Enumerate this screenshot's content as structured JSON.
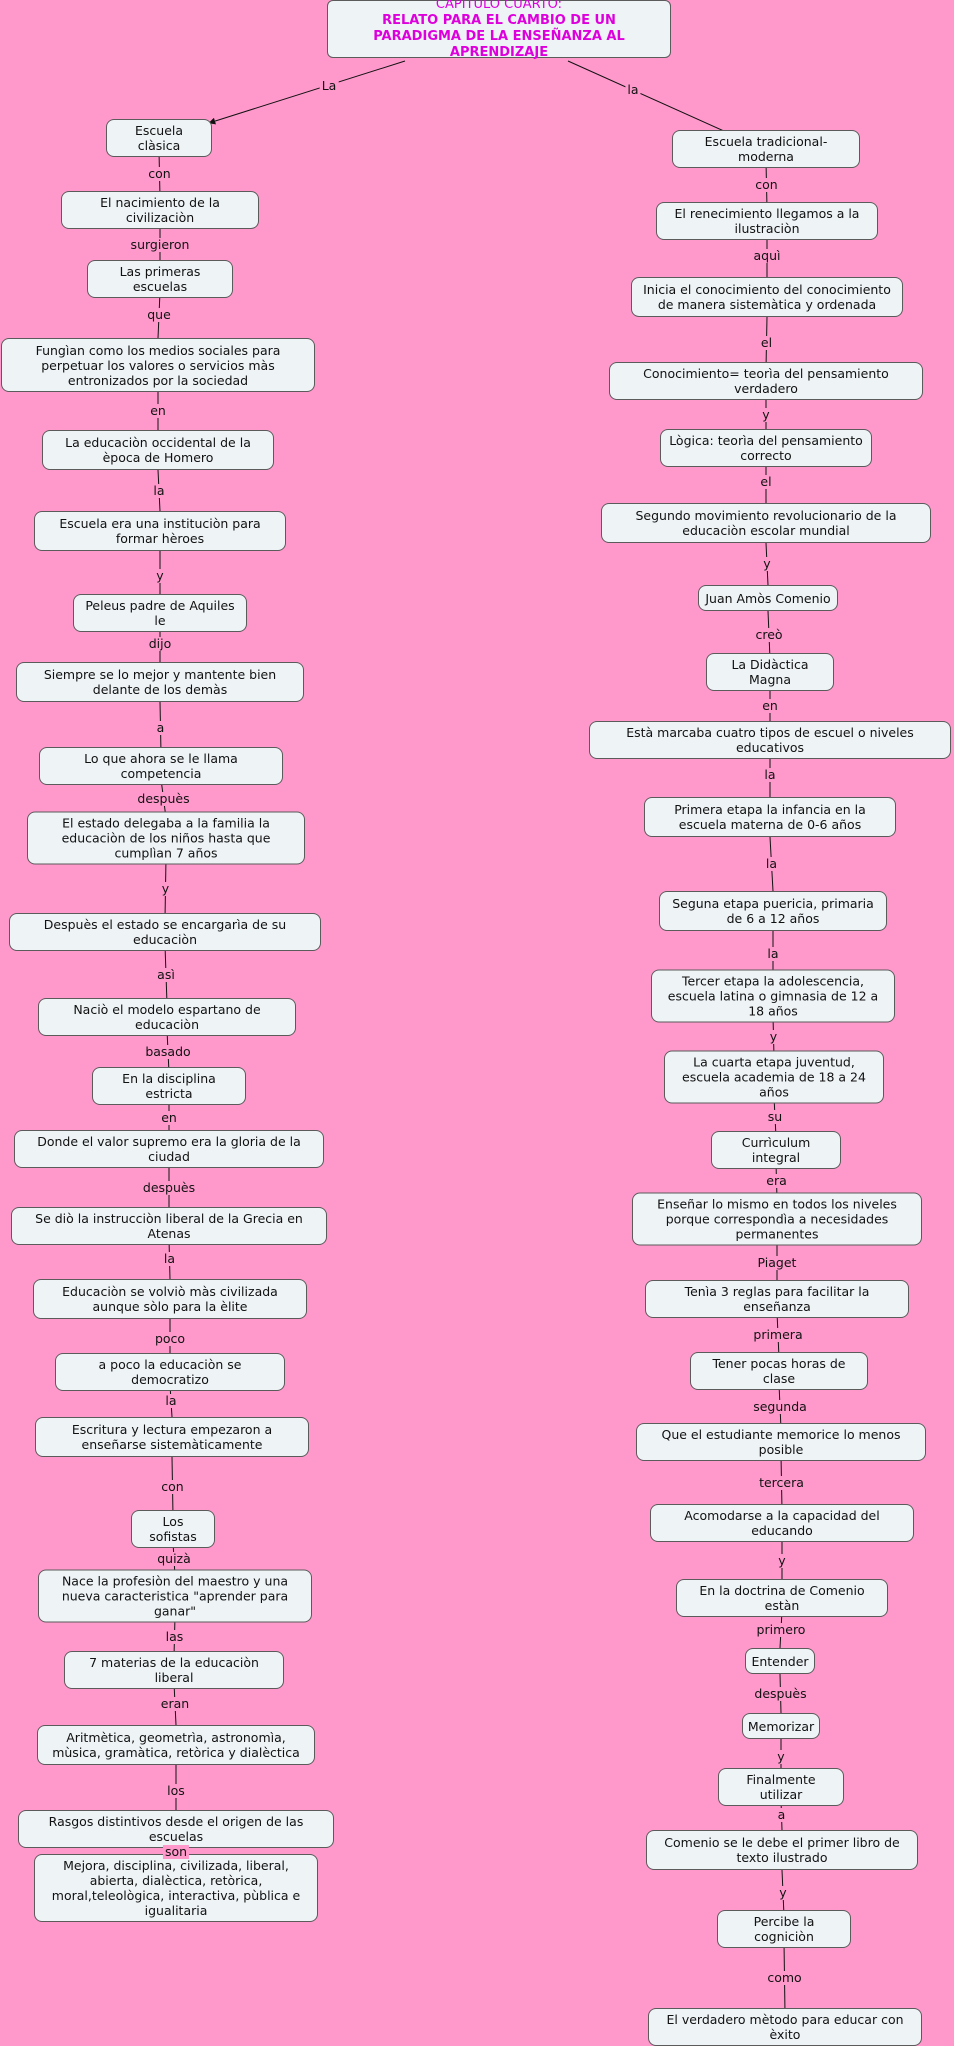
{
  "colors": {
    "background": "#ff99cc",
    "node_fill": "#eef3f6",
    "title_text": "#dd00dd"
  },
  "title": {
    "line1": "CAPÍTULO CUARTO:",
    "line2": "RELATO PARA EL CAMBIO DE UN PARADIGMA DE LA ENSEÑANZA AL APRENDIZAJE"
  },
  "branch_labels": {
    "left": "La",
    "right": "la"
  },
  "left_column": [
    "Escuela clàsica",
    "El nacimiento de la civilizaciòn",
    "Las primeras escuelas",
    "Fungìan como los medios sociales para perpetuar los valores o servicios màs entronizados por la sociedad",
    "La educaciòn occidental de la època de Homero",
    "Escuela era una instituciòn para formar hèroes",
    "Peleus padre de Aquiles le",
    "Siempre se lo mejor y mantente bien delante de los demàs",
    "Lo que ahora se le llama competencia",
    "El estado delegaba a la familia la educaciòn de los niños hasta que cumplìan 7 años",
    "Despuès el estado se encargarìa de su educaciòn",
    "Naciò el modelo espartano de educaciòn",
    "En la disciplina estricta",
    "Donde el valor supremo era la gloria de la ciudad",
    "Se diò la instrucciòn liberal de la Grecia en Atenas",
    "Educaciòn se  volviò màs civilizada aunque sòlo para la èlite",
    "a poco la educaciòn se democratizo",
    "Escritura y lectura empezaron a enseñarse sistemàticamente",
    "Los sofistas",
    "Nace la profesiòn del maestro y una nueva caracteristica \"aprender para ganar\"",
    "7 materias de la educaciòn liberal",
    "Aritmètica, geometrìa, astronomìa, mùsica, gramàtica, retòrica y dialèctica",
    "Rasgos distintivos desde el origen de las escuelas",
    "Mejora, disciplina, civilizada, liberal, abierta, dialèctica, retòrica, moral,teleològica, interactiva, pùblica e igualitaria"
  ],
  "left_links": [
    "con",
    "surgieron",
    "que",
    "en",
    "la",
    "y",
    "dijo",
    "a",
    "despuès",
    "y",
    "asì",
    "basado",
    "en",
    "despuès",
    "la",
    "poco",
    "la",
    "con",
    "quizà",
    "las",
    "eran",
    "los",
    "son"
  ],
  "right_column": [
    "Escuela tradicional-moderna",
    "El renecimiento llegamos a la ilustraciòn",
    "Inicia el conocimiento del conocimiento de manera sistemàtica y ordenada",
    "Conocimiento= teorìa del pensamiento verdadero",
    "Lògica: teorìa del pensamiento correcto",
    "Segundo movimiento revolucionario de la educaciòn escolar mundial",
    "Juan Amòs Comenio",
    "La Didàctica Magna",
    "Està marcaba cuatro tipos de escuel o niveles educativos",
    "Primera etapa la infancia en la escuela materna de 0-6 años",
    "Seguna etapa puericia, primaria de 6 a 12 años",
    "Tercer etapa la adolescencia, escuela latina o gimnasia de 12 a 18 años",
    "La cuarta etapa juventud, escuela academia de 18 a 24 años",
    "Currìculum integral",
    "Enseñar lo mismo en todos los niveles porque correspondìa a necesidades permanentes",
    "Tenìa 3 reglas para facilitar la enseñanza",
    "Tener pocas horas de clase",
    "Que el estudiante memorice lo menos posible",
    "Acomodarse a la capacidad del educando",
    "En la doctrina de Comenio estàn",
    "Entender",
    "Memorizar",
    "Finalmente utilizar",
    "Comenio se le debe el primer libro de texto ilustrado",
    "Percibe la cogniciòn",
    "El verdadero mètodo para educar con èxito"
  ],
  "right_links": [
    "con",
    "aquì",
    "el",
    "y",
    "el",
    "y",
    "creò",
    "en",
    "la",
    "la",
    "la",
    "y",
    "su",
    "era",
    "Piaget",
    "primera",
    "segunda",
    "tercera",
    "y",
    "primero",
    "despuès",
    "y",
    "a",
    "y",
    "como"
  ]
}
